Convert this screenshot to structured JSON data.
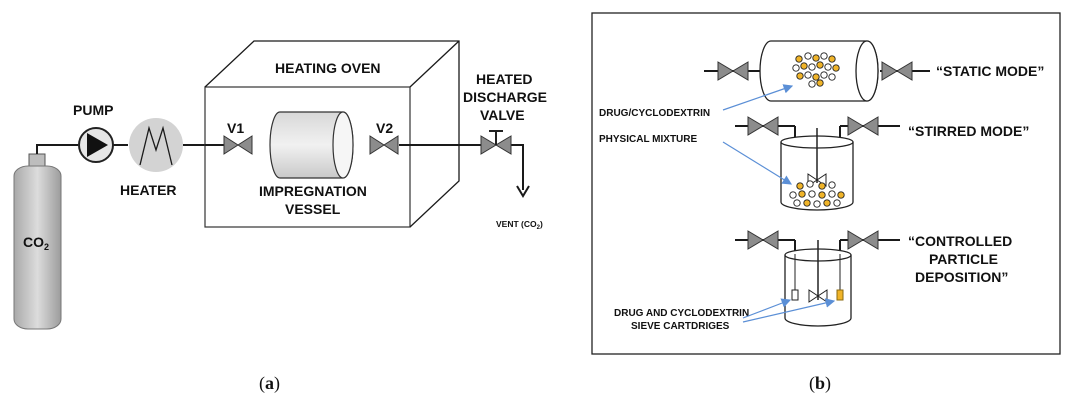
{
  "panel_a": {
    "labels": {
      "co2": "CO",
      "co2_sub": "2",
      "pump": "PUMP",
      "heater": "HEATER",
      "heating_oven": "HEATING OVEN",
      "v1": "V1",
      "v2": "V2",
      "impregnation_line1": "IMPREGNATION",
      "impregnation_line2": "VESSEL",
      "heated_line1": "HEATED",
      "heated_line2": "DISCHARGE",
      "heated_line3": "VALVE",
      "vent": "VENT (CO",
      "vent_sub": "2",
      "vent_close": ")"
    },
    "caption": {
      "open": "(",
      "letter": "a",
      "close": ")"
    }
  },
  "panel_b": {
    "labels": {
      "static_mode": "“STATIC MODE”",
      "stirred_mode": "“STIRRED MODE”",
      "controlled_line1": "“CONTROLLED",
      "controlled_line2": "PARTICLE",
      "controlled_line3": "DEPOSITION”",
      "drug_cyclodextrin": "DRUG/CYCLODEXTRIN",
      "physical_mixture": "PHYSICAL MIXTURE",
      "cartridges_line1": "DRUG AND CYCLODEXTRIN",
      "cartridges_line2": "SIEVE CARTDRIGES"
    },
    "caption": {
      "open": "(",
      "letter": "b",
      "close": ")"
    }
  },
  "colors": {
    "drug_particle": "#f0b429",
    "cyclodextrin_particle": "#ffffff",
    "valve": "#8c8c8c",
    "annotation_arrow": "#5b8fd6",
    "cylinder": "#c8c8c8"
  }
}
